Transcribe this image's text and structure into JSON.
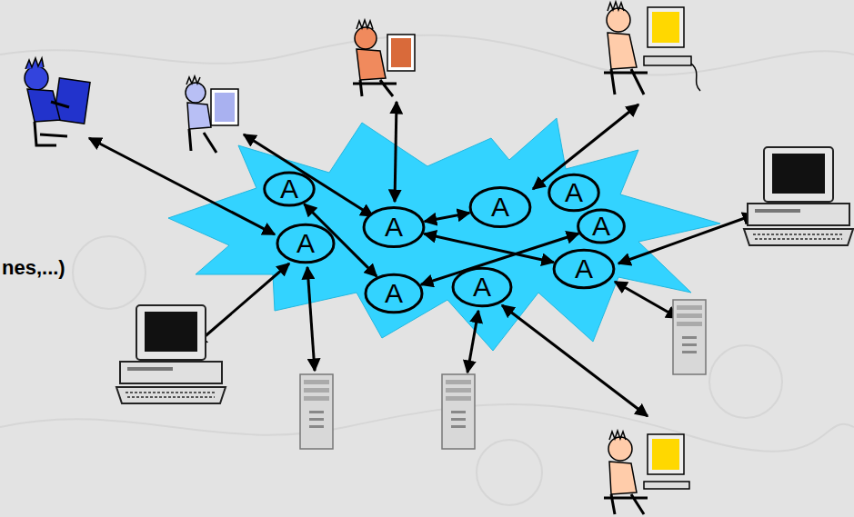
{
  "diagram": {
    "nodes": [
      {
        "text": [
          "A"
        ]
      },
      {
        "text": [
          "A"
        ]
      },
      {
        "text": [
          "A"
        ]
      },
      {
        "text": [
          "A"
        ]
      },
      {
        "text": [
          "A"
        ]
      },
      {
        "text": [
          "A"
        ]
      },
      {
        "text": [
          "A"
        ]
      },
      {
        "text": [
          "A"
        ]
      },
      {
        "text": [
          "A"
        ]
      }
    ],
    "edges": [
      {
        "from": 0,
        "to": 3,
        "arrow": "both"
      },
      {
        "from": 2,
        "to": 8,
        "arrow": "both"
      },
      {
        "from": 3,
        "to": 7,
        "arrow": "both"
      },
      {
        "from": 2,
        "to": 5,
        "arrow": "both"
      }
    ],
    "labels": [
      "nes,...)"
    ]
  }
}
